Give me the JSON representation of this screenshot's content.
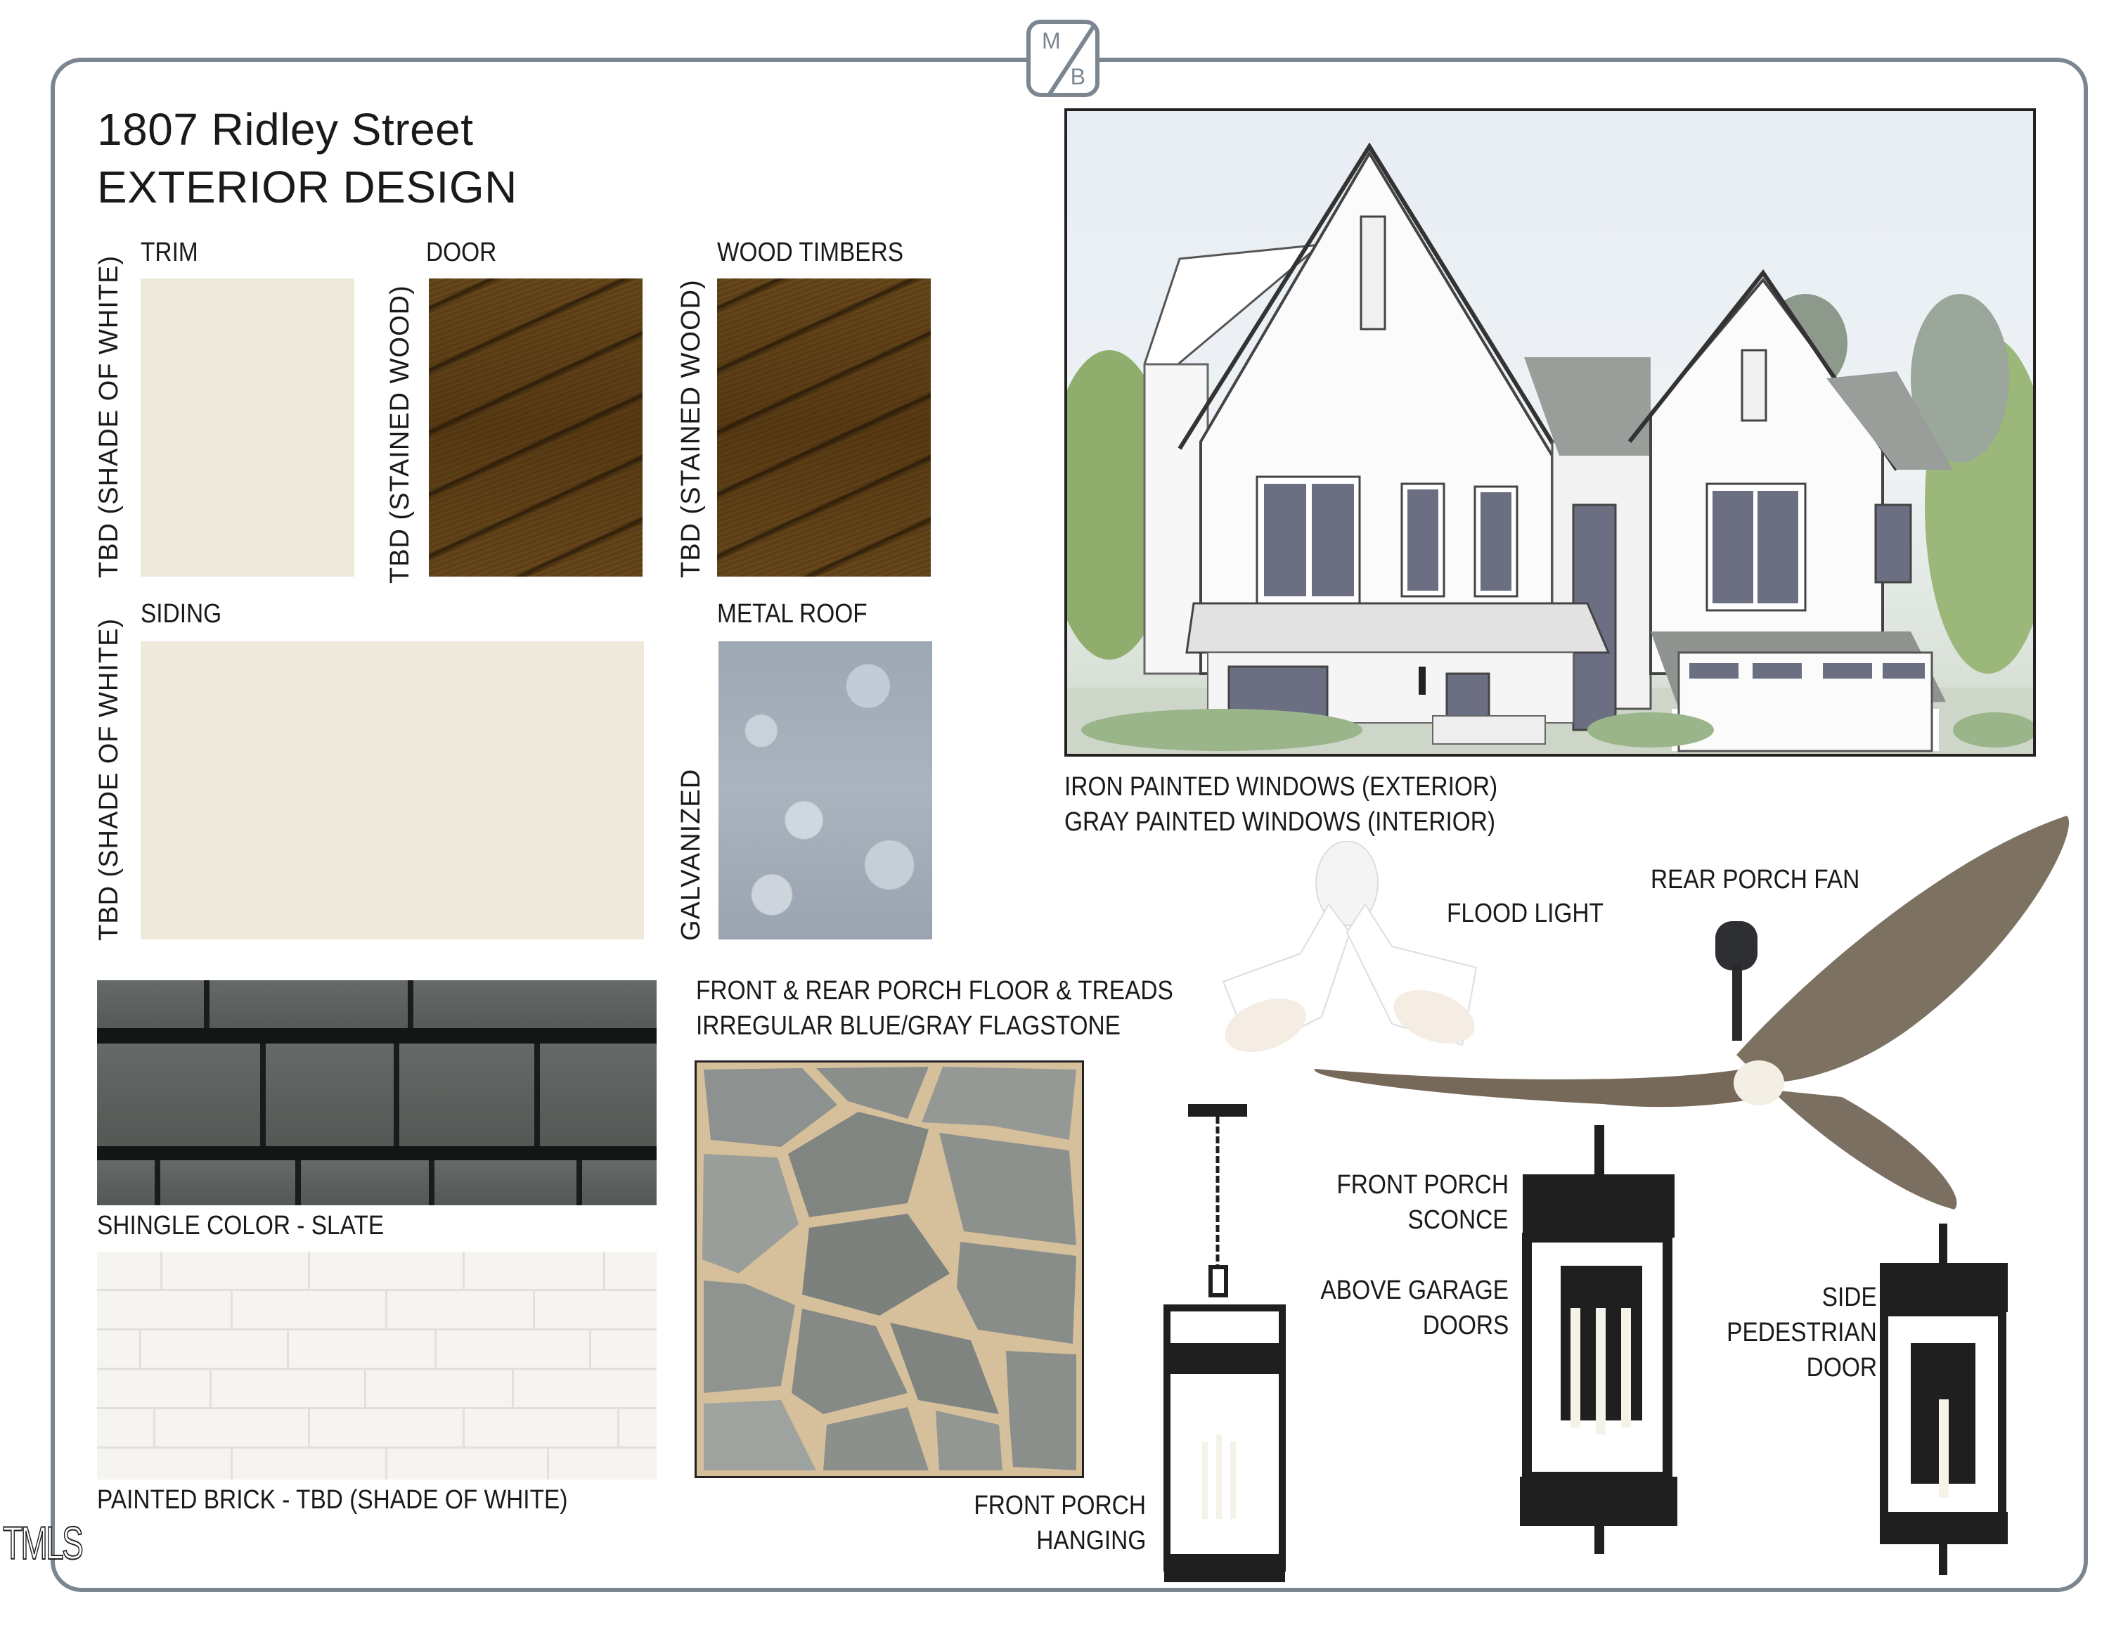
{
  "header": {
    "logo": {
      "top_letter": "M",
      "bottom_letter": "B"
    },
    "address": "1807 Ridley Street",
    "subtitle": "EXTERIOR DESIGN"
  },
  "swatches": {
    "trim": {
      "label": "TRIM",
      "spec": "TBD (SHADE OF WHITE)",
      "color": "#efe9dc"
    },
    "door": {
      "label": "DOOR",
      "spec": "TBD (STAINED WOOD)",
      "color": "#5e4118"
    },
    "wood_timbers": {
      "label": "WOOD TIMBERS",
      "spec": "TBD (STAINED WOOD)",
      "color": "#5e4118"
    },
    "siding": {
      "label": "SIDING",
      "spec": "TBD (SHADE OF WHITE)",
      "color": "#efe9dc"
    },
    "metal_roof": {
      "label": "METAL ROOF",
      "spec": "GALVANIZED",
      "color": "#a4aeb9"
    },
    "shingle": {
      "caption": "SHINGLE COLOR - SLATE",
      "color": "#5a5e5c"
    },
    "brick": {
      "caption": "PAINTED BRICK - TBD (SHADE OF WHITE)",
      "color": "#f5f4f0"
    },
    "flagstone": {
      "caption_line1": "FRONT & REAR PORCH FLOOR & TREADS",
      "caption_line2": "IRREGULAR BLUE/GRAY FLAGSTONE"
    }
  },
  "rendering": {
    "caption_line1": "IRON PAINTED WINDOWS (EXTERIOR)",
    "caption_line2": "GRAY PAINTED WINDOWS (INTERIOR)"
  },
  "fixtures": {
    "flood_light": {
      "label": "FLOOD LIGHT"
    },
    "rear_porch_fan": {
      "label": "REAR PORCH FAN"
    },
    "front_porch_hanging": {
      "line1": "FRONT PORCH",
      "line2": "HANGING"
    },
    "front_porch_sconce": {
      "line1": "FRONT PORCH",
      "line2": "SCONCE",
      "line3": "ABOVE GARAGE",
      "line4": "DOORS"
    },
    "side_pedestrian": {
      "line1": "SIDE",
      "line2": "PEDESTRIAN",
      "line3": "DOOR"
    }
  },
  "watermark": "TMLS",
  "colors": {
    "frame": "#7b8690",
    "text": "#1a1a1a"
  }
}
